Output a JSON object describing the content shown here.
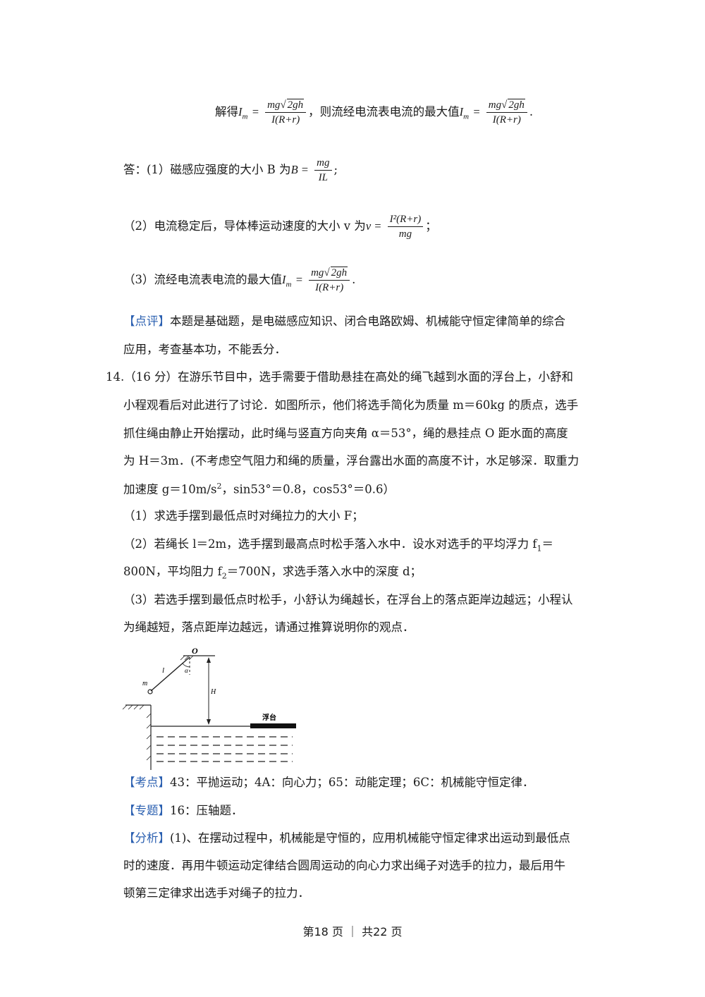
{
  "solution": {
    "solve_prefix": "解得",
    "solve_mid": "，则流经电流表电流的最大值",
    "answer_label": "答：(1）磁感应强度的大小 B 为",
    "answer2_label": "（2）电流稳定后，导体棒运动速度的大小 v 为",
    "answer3_label": "（3）流经电流表电流的最大值",
    "im_symbol": "I",
    "im_sub": "m",
    "mg_sqrt_num_a": "mg",
    "mg_sqrt_num_b": "2gh",
    "den_ir": "I(R+r)",
    "b_expr": "B =",
    "b_num": "mg",
    "b_den": "IL",
    "v_expr": "v =",
    "v_num": "I²(R+r)",
    "v_den": "mg",
    "eq": "=",
    "period": ".",
    "semicolon": ";",
    "semicolon2": "；"
  },
  "review": {
    "tag": "【点评】",
    "line1": "本题是基础题，是电磁感应知识、闭合电路欧姆、机械能守恒定律简单的综合",
    "line2": "应用，考查基本功，不能丢分．"
  },
  "problem14": {
    "line1": "14.（16 分）在游乐节目中，选手需要于借助悬挂在高处的绳飞越到水面的浮台上，小舒和",
    "line2": "小程观看后对此进行了讨论．如图所示，他们将选手简化为质量 m＝60kg 的质点，选手",
    "line3": "抓住绳由静止开始摆动，此时绳与竖直方向夹角 α＝53°，绳的悬挂点 O 距水面的高度",
    "line4": "为 H＝3m．(不考虑空气阻力和绳的质量，浮台露出水面的高度不计，水足够深．取重力",
    "line5_a": "加速度 g＝10m/s",
    "line5_sup": "2",
    "line5_b": "，sin53°＝0.8，cos53°＝0.6）",
    "q1": "（1）求选手摆到最低点时对绳拉力的大小 F；",
    "q2_a": "（2）若绳长 l＝2m，选手摆到最高点时松手落入水中．设水对选手的平均浮力 f",
    "q2_sub": "1",
    "q2_b": "＝",
    "q2_line2_a": "800N，平均阻力 f",
    "q2_line2_sub": "2",
    "q2_line2_b": "＝700N，求选手落入水中的深度 d；",
    "q3_line1": "（3）若选手摆到最低点时松手，小舒认为绳越长，在浮台上的落点距岸边越远；小程认",
    "q3_line2": "为绳越短，落点距岸边越远，请通过推算说明你的观点．"
  },
  "figure": {
    "label_o": "O",
    "label_l": "l",
    "label_alpha": "α",
    "label_m": "m",
    "label_h": "H",
    "label_platform": "浮台"
  },
  "kaodian": {
    "tag": "【考点】",
    "text": "43：平抛运动；4A：向心力；65：动能定理；6C：机械能守恒定律．"
  },
  "zhuanti": {
    "tag": "【专题】",
    "text": "16：压轴题．"
  },
  "fenxi": {
    "tag": "【分析】",
    "line1": "(1)、在摆动过程中，机械能是守恒的，应用机械能守恒定律求出运动到最低点",
    "line2": "时的速度．再用牛顿运动定律结合圆周运动的向心力求出绳子对选手的拉力，最后用牛",
    "line3": "顿第三定律求出选手对绳子的拉力．"
  },
  "footer": {
    "text": "第18 页 ｜ 共22 页"
  }
}
